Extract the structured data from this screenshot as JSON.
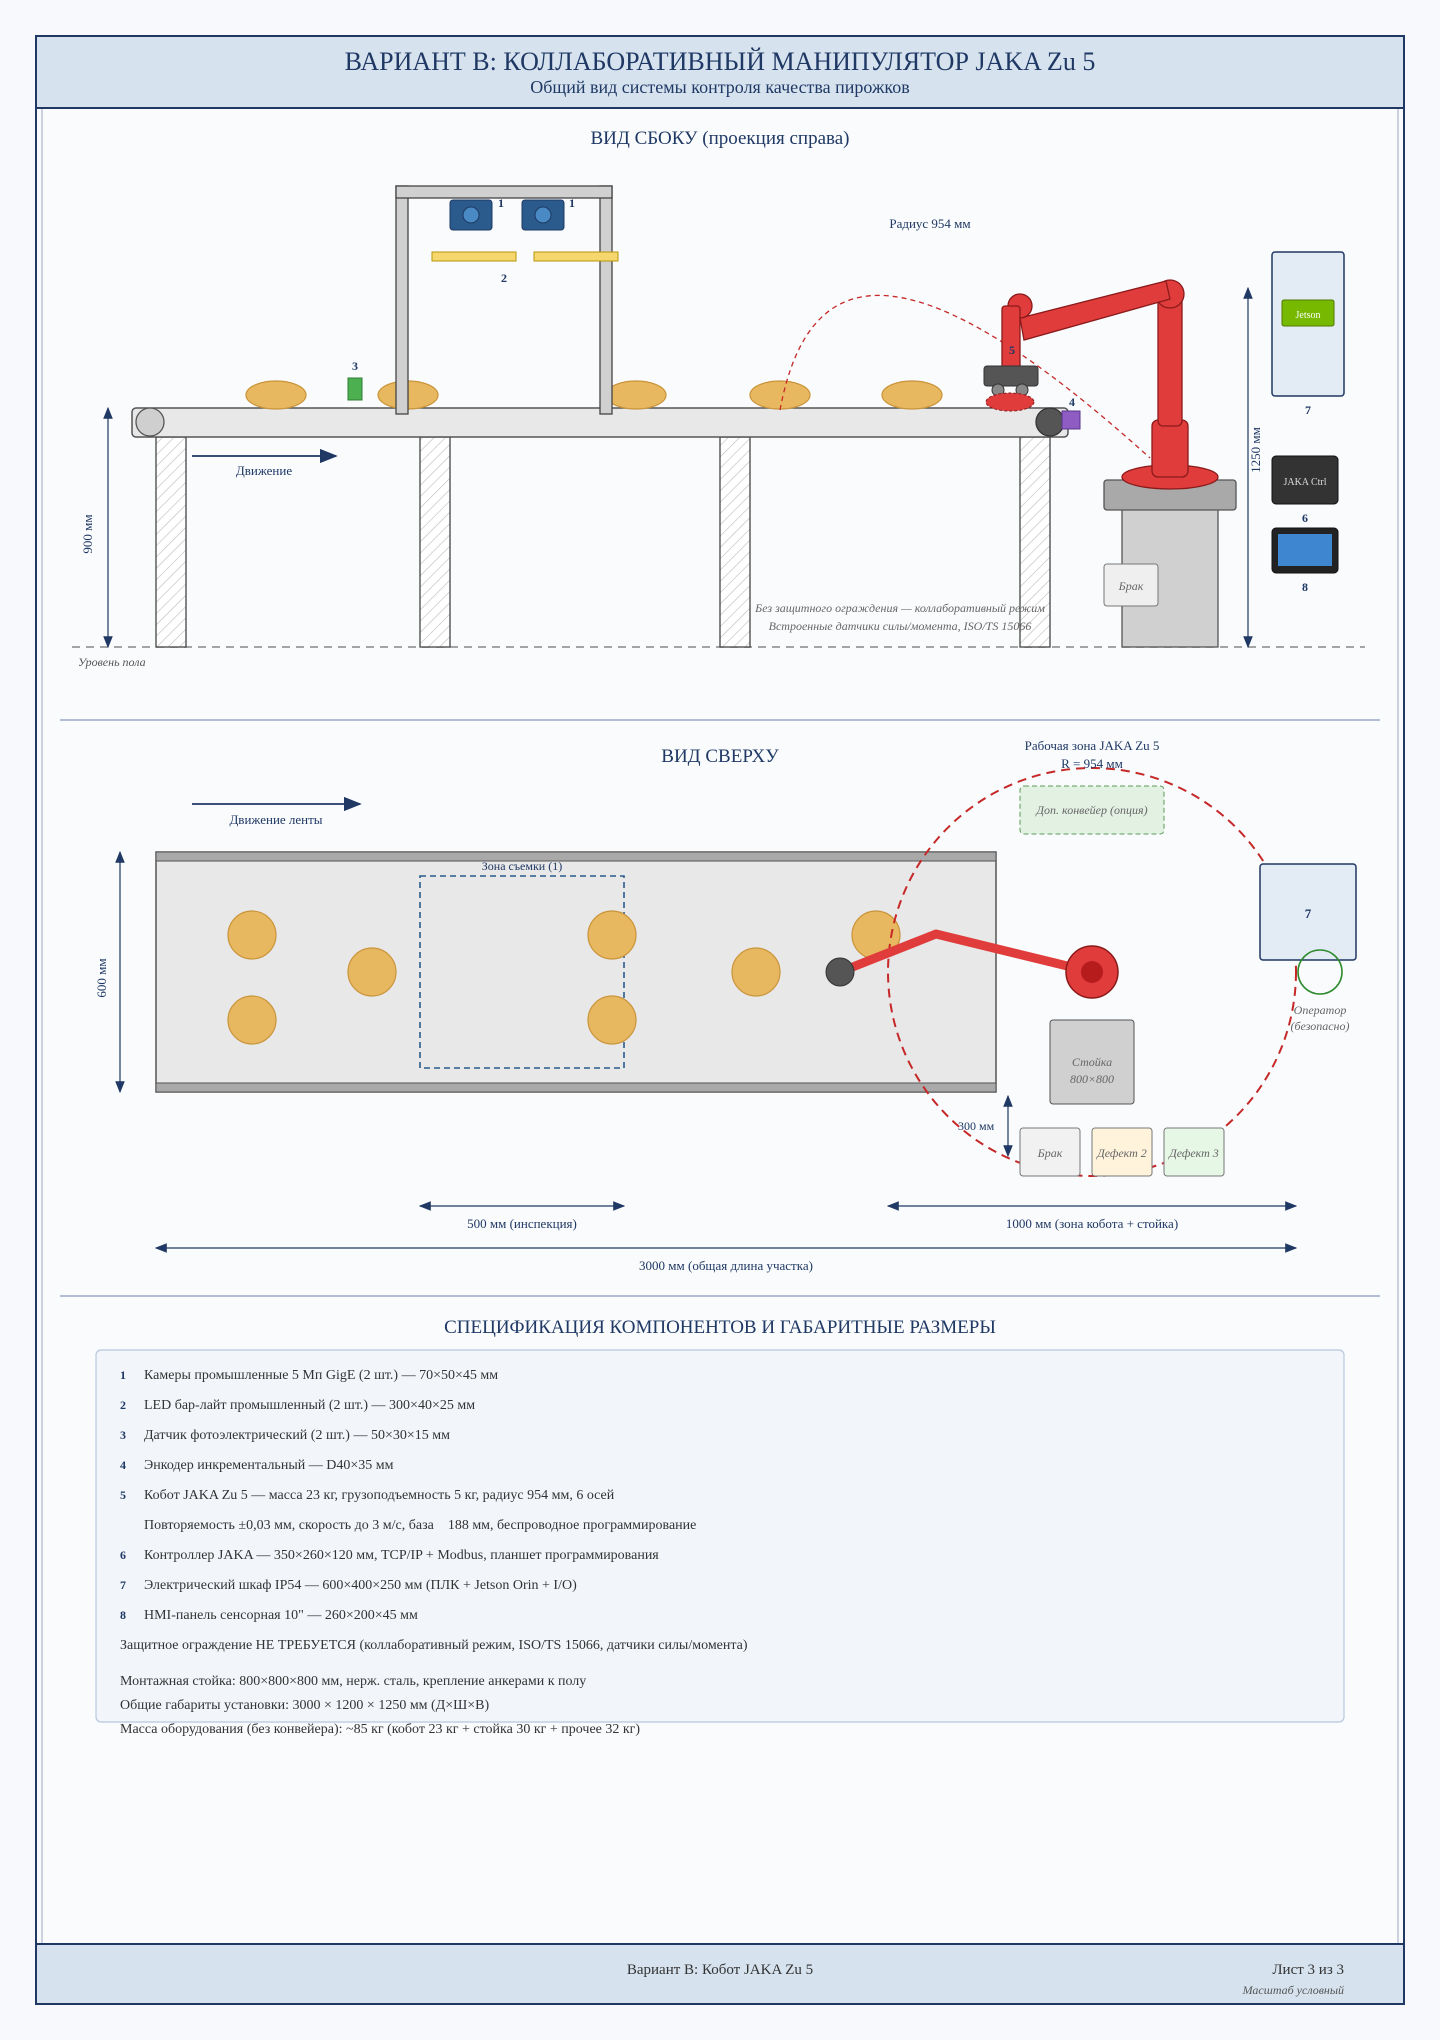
{
  "header": {
    "title": "ВАРИАНТ В: КОЛЛАБОРАТИВНЫЙ МАНИПУЛЯТОР JAKA Zu 5",
    "subtitle": "Общий вид системы контроля качества пирожков"
  },
  "side_view": {
    "title": "ВИД СБОКУ (проекция справа)",
    "radius_label": "Радиус 954 мм",
    "movement_label": "Движение",
    "height_900": "900 мм",
    "height_1250": "1250 мм",
    "floor_label": "Уровень пола",
    "reject_bin": "Брак",
    "note_line1": "Без защитного ограждения — коллаборативный режим",
    "note_line2": "Встроенные датчики силы/момента, ISO/TS 15066",
    "jetson_label": "Jetson",
    "controller_label": "JAKA Ctrl",
    "callouts": {
      "c1a": "1",
      "c1b": "1",
      "c2": "2",
      "c3": "3",
      "c4": "4",
      "c5": "5",
      "c6": "6",
      "c7": "7",
      "c8": "8"
    }
  },
  "top_view": {
    "title": "ВИД СВЕРХУ",
    "belt_motion": "Движение ленты",
    "work_zone_line1": "Рабочая зона JAKA Zu 5",
    "work_zone_line2": "R = 954 мм",
    "extra_conveyor": "Доп. конвейер (опция)",
    "camera_zone": "Зона съемки (1)",
    "width_600": "600 мм",
    "cabinet_num": "7",
    "operator_line1": "Оператор",
    "operator_line2": "(безопасно)",
    "stand_line1": "Стойка",
    "stand_line2": "800×800",
    "dim_300": "300 мм",
    "bins": [
      "Брак",
      "Дефект 2",
      "Дефект 3"
    ],
    "dim_inspection": "500 мм (инспекция)",
    "dim_robot_zone": "1000 мм (зона кобота + стойка)",
    "dim_total": "3000 мм (общая длина участка)"
  },
  "spec": {
    "title": "СПЕЦИФИКАЦИЯ КОМПОНЕНТОВ И ГАБАРИТНЫЕ РАЗМЕРЫ",
    "items": [
      {
        "num": "1",
        "text": "Камеры промышленные 5 Мп GigE (2 шт.) — 70×50×45 мм"
      },
      {
        "num": "2",
        "text": "LED бар-лайт промышленный (2 шт.) — 300×40×25 мм"
      },
      {
        "num": "3",
        "text": "Датчик фотоэлектрический (2 шт.) — 50×30×15 мм"
      },
      {
        "num": "4",
        "text": "Энкодер инкрементальный — D40×35 мм"
      },
      {
        "num": "5",
        "text": "Кобот JAKA Zu 5 — масса 23 кг, грузоподъемность 5 кг, радиус 954 мм, 6 осей"
      },
      {
        "num": "",
        "text": "Повторяемость ±0,03 мм, скорость до 3 м/с, база    188 мм, беспроводное программирование"
      },
      {
        "num": "6",
        "text": "Контроллер JAKA — 350×260×120 мм, TCP/IP + Modbus, планшет программирования"
      },
      {
        "num": "7",
        "text": "Электрический шкаф IP54 — 600×400×250 мм (ПЛК + Jetson Orin + I/O)"
      },
      {
        "num": "8",
        "text": "HMI-панель сенсорная 10\" — 260×200×45 мм"
      }
    ],
    "fence_note": "Защитное ограждение НЕ ТРЕБУЕТСЯ (коллаборативный режим, ISO/TS 15066, датчики силы/момента)",
    "stand_note": "Монтажная стойка: 800×800×800 мм, нерж. сталь, крепление анкерами к полу",
    "dims_note": "Общие габариты установки: 3000 × 1200 × 1250 мм (Д×Ш×В)",
    "mass_note": "Масса оборудования (без конвейера): ~85 кг (кобот 23 кг + стойка 30 кг + прочее 32 кг)"
  },
  "footer": {
    "center": "Вариант В: Кобот JAKA Zu 5",
    "sheet": "Лист 3 из 3",
    "scale": "Масштаб условный"
  },
  "colors": {
    "frame": "#1f3864",
    "header_bg": "#d6e3ef",
    "robot": "#e03c3c",
    "pie": "#e8b860",
    "belt": "#e8e8e8"
  }
}
